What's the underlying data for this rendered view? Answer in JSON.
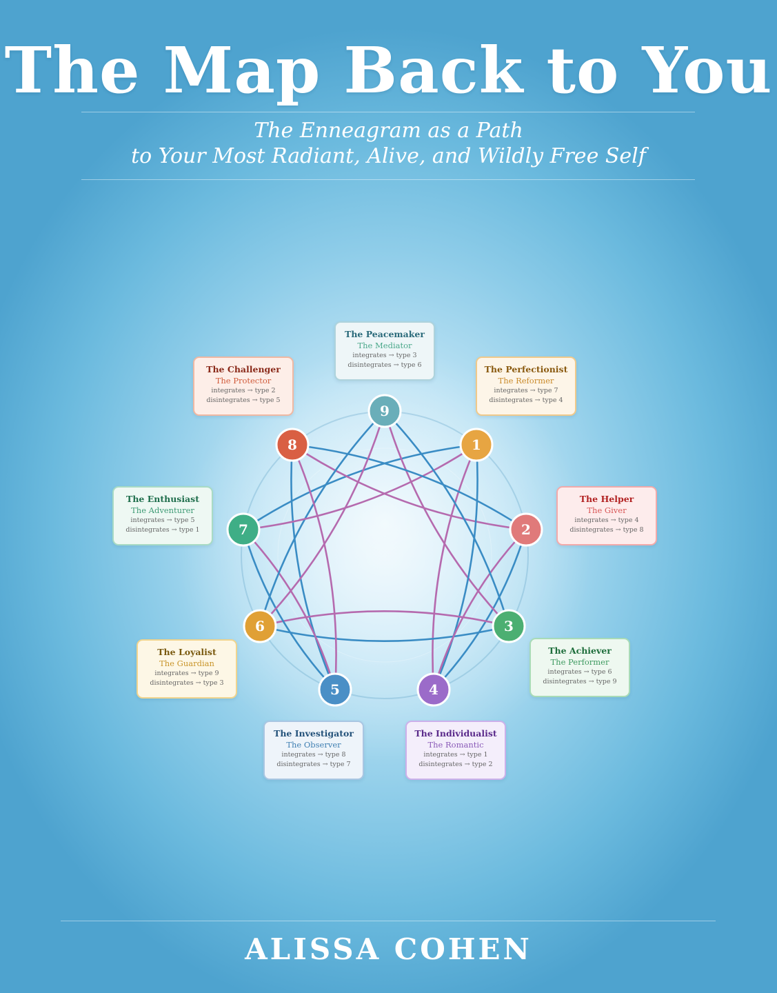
{
  "title": "The Map Back to You",
  "subtitle_line1": "The Enneagram as a Path",
  "subtitle_line2": "to Your Most Radiant, Alive, and Wildly Free Self",
  "author": "ALISSA COHEN",
  "colors": {
    "integration_line": "#3a8cc4",
    "disintegration_line": "#b56aae"
  },
  "types": [
    {
      "num": "1",
      "name": "The Perfectionist",
      "alt": "The Reformer",
      "integrates": "integrates → type 7",
      "disintegrates": "disintegrates → type 4",
      "color": "#e7a542",
      "name_color": "#8a5a10",
      "alt_color": "#c98a2a",
      "card_bg": "#fdf5e8",
      "card_border": "#f0c98a"
    },
    {
      "num": "2",
      "name": "The Helper",
      "alt": "The Giver",
      "integrates": "integrates → type 4",
      "disintegrates": "disintegrates → type 8",
      "color": "#e07a7a",
      "name_color": "#b22222",
      "alt_color": "#d85555",
      "card_bg": "#fdecec",
      "card_border": "#f2aaaa"
    },
    {
      "num": "3",
      "name": "The Achiever",
      "alt": "The Performer",
      "integrates": "integrates → type 6",
      "disintegrates": "disintegrates → type 9",
      "color": "#4caf72",
      "name_color": "#1f6e3c",
      "alt_color": "#3d9a60",
      "card_bg": "#eef8f0",
      "card_border": "#a8dbb7"
    },
    {
      "num": "4",
      "name": "The Individualist",
      "alt": "The Romantic",
      "integrates": "integrates → type 1",
      "disintegrates": "disintegrates → type 2",
      "color": "#9b6bc9",
      "name_color": "#5a2a8a",
      "alt_color": "#8a5ab8",
      "card_bg": "#f4eefb",
      "card_border": "#ccb0ea"
    },
    {
      "num": "5",
      "name": "The Investigator",
      "alt": "The Observer",
      "integrates": "integrates → type 8",
      "disintegrates": "disintegrates → type 7",
      "color": "#4a8fc6",
      "name_color": "#24527a",
      "alt_color": "#3f7fb2",
      "card_bg": "#eef4fa",
      "card_border": "#a9c6e2"
    },
    {
      "num": "6",
      "name": "The Loyalist",
      "alt": "The Guardian",
      "integrates": "integrates → type 9",
      "disintegrates": "disintegrates → type 3",
      "color": "#e0a035",
      "name_color": "#7a5a10",
      "alt_color": "#c9952a",
      "card_bg": "#fdf7e6",
      "card_border": "#f0d48e"
    },
    {
      "num": "7",
      "name": "The Enthusiast",
      "alt": "The Adventurer",
      "integrates": "integrates → type 5",
      "disintegrates": "disintegrates → type 1",
      "color": "#3fae86",
      "name_color": "#1f6e4c",
      "alt_color": "#3d9a74",
      "card_bg": "#eef8f3",
      "card_border": "#a8dbc4"
    },
    {
      "num": "8",
      "name": "The Challenger",
      "alt": "The Protector",
      "integrates": "integrates → type 2",
      "disintegrates": "disintegrates → type 5",
      "color": "#d95f43",
      "name_color": "#8a2a1a",
      "alt_color": "#d05a3a",
      "card_bg": "#fdeee8",
      "card_border": "#f0b8a2"
    },
    {
      "num": "9",
      "name": "The Peacemaker",
      "alt": "The Mediator",
      "integrates": "integrates → type 3",
      "disintegrates": "disintegrates → type 6",
      "color": "#6aaeb9",
      "name_color": "#2a6a7a",
      "alt_color": "#4aa88a",
      "card_bg": "#eef6f8",
      "card_border": "#aed3dc"
    }
  ]
}
